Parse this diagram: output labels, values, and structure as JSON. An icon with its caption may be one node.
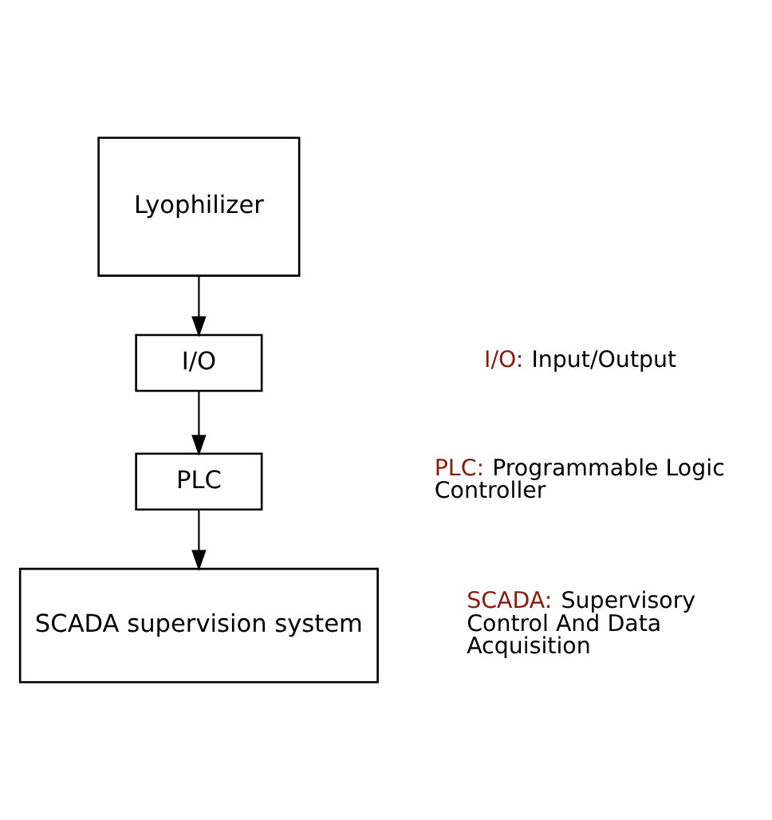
{
  "diagram": {
    "nodes": [
      {
        "text": [
          "Lyophilizer"
        ]
      },
      {
        "text": [
          "I/O"
        ]
      },
      {
        "text": [
          "PLC"
        ]
      },
      {
        "text": [
          "SCADA supervision system"
        ]
      }
    ],
    "edges": [
      {
        "from": 0,
        "to": 1,
        "arrow": "to"
      },
      {
        "from": 1,
        "to": 2,
        "arrow": "to"
      },
      {
        "from": 2,
        "to": 3,
        "arrow": "to"
      }
    ],
    "labels": [
      "I/O: Input/Output",
      "PLC: Programmable Logic Controller",
      "SCADA: Supervisory Control And Data Acquisition"
    ]
  }
}
